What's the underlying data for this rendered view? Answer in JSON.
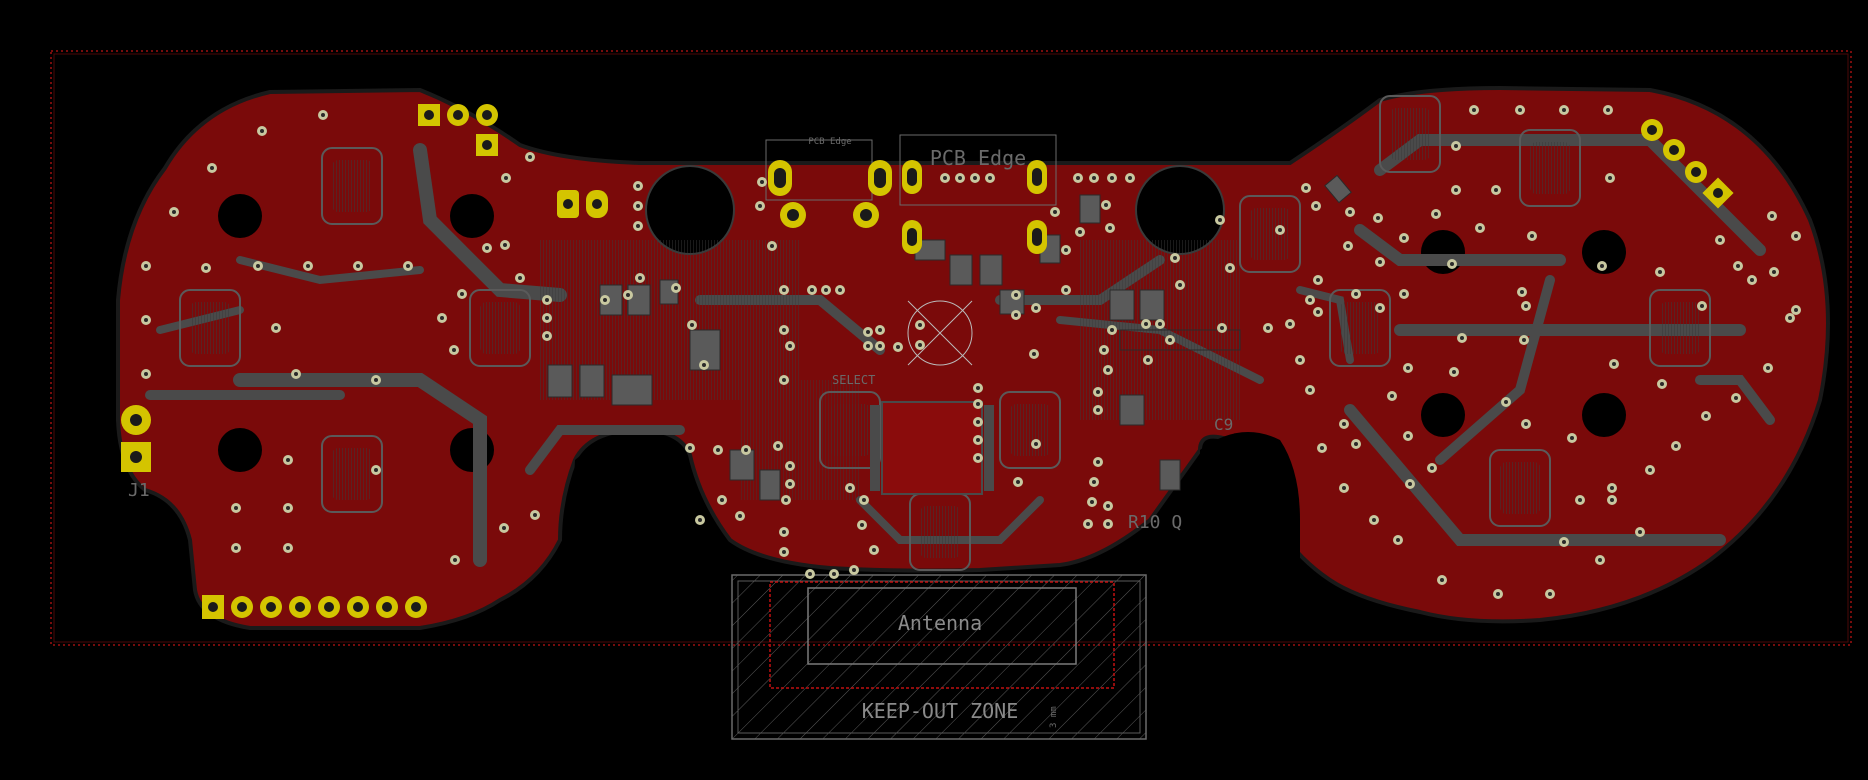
{
  "colors": {
    "background": "#000000",
    "copper": "#7a0a0a",
    "copper_dark": "#5c0808",
    "trace": "#4a4a4a",
    "pad_gold": "#d4c400",
    "pad_hole": "#1a1a1a",
    "via": "#c8c8a0",
    "silk": "#8a8a8a",
    "edge": "#a01010"
  },
  "labels": {
    "antenna": "Antenna",
    "keepout": "KEEP-OUT ZONE",
    "pcb_edge_large": "PCB Edge",
    "pcb_edge_small": "PCB Edge",
    "ref_j1": "J1",
    "ref_r10": "R10 Q",
    "ref_select": "SELECT",
    "ref_c9": "C9",
    "ref_mm": "3 mm"
  }
}
